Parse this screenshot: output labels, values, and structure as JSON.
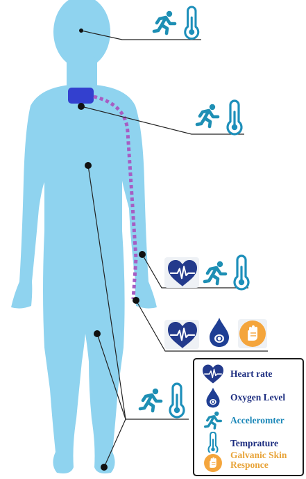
{
  "colors": {
    "body": "#8fd3ef",
    "heart_icon": "#233a8c",
    "drop_icon": "#1f3f94",
    "run_icon": "#1e8fb4",
    "thermo_icon": "#1d8fba",
    "gsr_icon": "#f4a53c",
    "hub": "#3340cf",
    "cable": "#a65dc3",
    "leader": "#222222",
    "legend_text": "#1b2c7f",
    "legend_accel_text": "#1b87b8",
    "legend_gsr_text": "#e8a43a"
  },
  "sensor_groups": [
    {
      "id": "head",
      "icons": [
        "running-person-icon",
        "thermometer-icon"
      ]
    },
    {
      "id": "chest",
      "icons": [
        "running-person-icon",
        "thermometer-icon"
      ]
    },
    {
      "id": "forearm",
      "icons": [
        "heart-rate-icon",
        "running-person-icon",
        "thermometer-icon"
      ]
    },
    {
      "id": "wrist",
      "icons": [
        "heart-rate-icon",
        "oxygen-drop-icon",
        "gsr-hand-icon"
      ]
    },
    {
      "id": "legs",
      "icons": [
        "running-person-icon",
        "thermometer-icon"
      ]
    }
  ],
  "legend": {
    "items": [
      {
        "icon": "heart-rate-icon",
        "label": "Heart rate"
      },
      {
        "icon": "oxygen-drop-icon",
        "label": "Oxygen Level"
      },
      {
        "icon": "running-person-icon",
        "label": "Acceleromter"
      },
      {
        "icon": "thermometer-icon",
        "label": "Temprature"
      },
      {
        "icon": "gsr-hand-icon",
        "label": "Galvanic Skin Responce"
      }
    ]
  }
}
